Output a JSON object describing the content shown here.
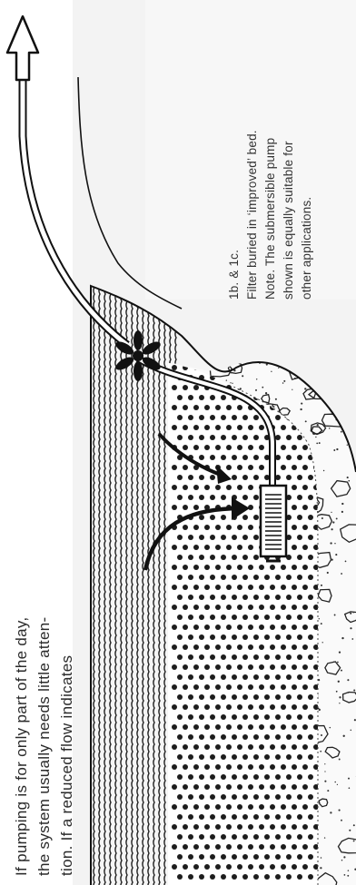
{
  "body_text": {
    "lines": [
      "If pumping is for only part of the day,",
      "the system usually needs little atten-",
      "tion. If a reduced flow indicates"
    ]
  },
  "caption": {
    "id": "1b. & 1c.",
    "lines": [
      "Filter buried in ‘improved’ bed.",
      "Note. The submersible pump",
      "shown is equally suitable for",
      "other applications."
    ]
  }
}
